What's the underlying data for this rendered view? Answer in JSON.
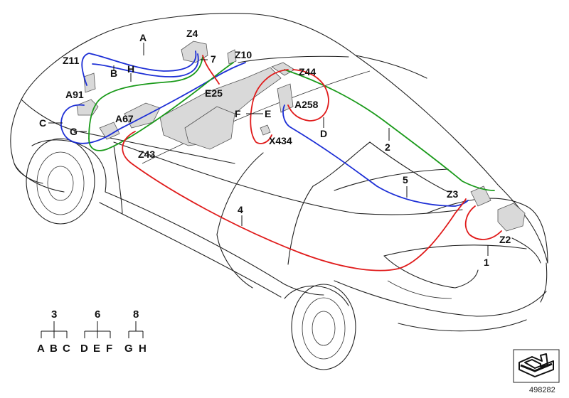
{
  "colors": {
    "red": "#e01b1b",
    "blue": "#1d2fd6",
    "green": "#1a9a1a",
    "outline": "#222222"
  },
  "labels": {
    "A": "A",
    "B": "B",
    "C": "C",
    "D": "D",
    "E": "E",
    "F": "F",
    "G": "G",
    "H": "H",
    "n1": "1",
    "n2": "2",
    "n4": "4",
    "n5": "5",
    "n7": "7",
    "Z2": "Z2",
    "Z3": "Z3",
    "Z4": "Z4",
    "Z10": "Z10",
    "Z11": "Z11",
    "Z43": "Z43",
    "Z44": "Z44",
    "A67": "A67",
    "A91": "A91",
    "A258": "A258",
    "E25": "E25",
    "X434": "X434"
  },
  "legend": {
    "groups": [
      {
        "id": "3",
        "members": [
          "A",
          "B",
          "C"
        ]
      },
      {
        "id": "6",
        "members": [
          "D",
          "E",
          "F"
        ]
      },
      {
        "id": "8",
        "members": [
          "G",
          "H"
        ]
      }
    ]
  },
  "icon": {
    "name": "parts-box-icon"
  },
  "reference_number": "498282"
}
